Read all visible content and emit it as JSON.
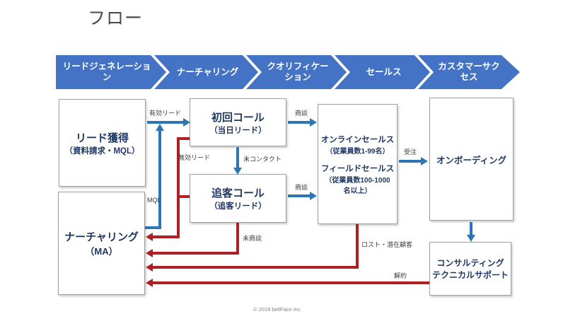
{
  "slide": {
    "title": "フロー",
    "footer": "© 2019 bellFace inc.",
    "colors": {
      "banner_blue": "#4472C4",
      "connector_blue": "#2E75B6",
      "connector_red": "#B01F24",
      "box_text_navy": "#1F3864",
      "edge_label_gray": "#3b3b3b"
    }
  },
  "banner": {
    "stages": [
      {
        "label": "リードジェネレーショ\nン"
      },
      {
        "label": "ナーチャリング"
      },
      {
        "label": "クオリフィケー\nション"
      },
      {
        "label": "セールス"
      },
      {
        "label": "カスタマーサク\nセス"
      }
    ]
  },
  "boxes": {
    "lead_acquisition": {
      "title": "リード獲得",
      "subtitle": "（資料請求・MQL）"
    },
    "first_call": {
      "title": "初回コール",
      "subtitle": "（当日リード）"
    },
    "chase_call": {
      "title": "追客コール",
      "subtitle": "（追客リード）"
    },
    "sales": {
      "online": "オンラインセールス",
      "online_size": "（従業員数1-99名）",
      "field": "フィールドセールス",
      "field_size": "（従業員数100-1000\n名以上）"
    },
    "onboarding": {
      "title": "オンボーディング"
    },
    "nurturing_ma": {
      "title": "ナーチャリング",
      "subtitle": "（MA）"
    },
    "support": {
      "title": "コンサルティング\nテクニカルサポート"
    }
  },
  "edges": {
    "valid_lead": "有効リード",
    "mql": "MQL",
    "invalid_lead": "無効リード",
    "no_contact": "未コンタクト",
    "meeting_first": "商談",
    "meeting_chase": "商談",
    "order": "受注",
    "no_meeting": "未商談",
    "lost": "ロスト・潜在顧客",
    "cancel": "解約"
  }
}
